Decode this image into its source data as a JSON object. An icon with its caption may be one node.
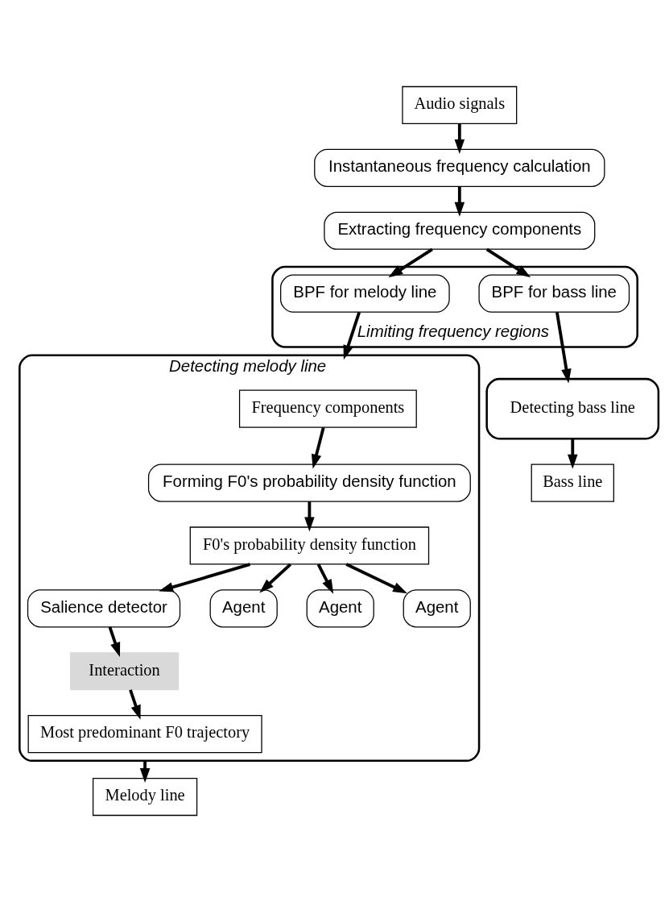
{
  "diagram": {
    "nodes": [
      {
        "text": [
          "Audio signals"
        ]
      },
      {
        "text": [
          "Instantaneous frequency calculation"
        ]
      },
      {
        "text": [
          "Extracting frequency components"
        ]
      },
      {
        "text": [
          "Limiting frequency regions"
        ]
      },
      {
        "text": [
          "BPF for melody line"
        ],
        "in": 3
      },
      {
        "text": [
          "BPF for bass line"
        ],
        "in": 3
      },
      {
        "text": [
          "Detecting bass line"
        ]
      },
      {
        "text": [
          "Detecting melody line"
        ]
      },
      {
        "text": [
          "Frequency components"
        ],
        "in": 7
      },
      {
        "text": [
          "Forming F0's probability density function"
        ],
        "in": 7
      },
      {
        "text": [
          "F0's probability density function"
        ],
        "in": 7
      },
      {
        "text": [
          "Salience detector"
        ],
        "in": 7
      },
      {
        "text": [
          "Agent"
        ],
        "in": 7
      },
      {
        "text": [
          "Agent"
        ],
        "in": 7
      },
      {
        "text": [
          "Agent"
        ],
        "in": 7
      },
      {
        "text": [
          "Interaction"
        ],
        "in": 7
      },
      {
        "text": [
          "Most predominant F0 trajectory"
        ],
        "in": 7
      },
      {
        "text": [
          "Melody line"
        ]
      },
      {
        "text": [
          "Bass line"
        ]
      }
    ],
    "edges": [
      {
        "from": 0,
        "to": 1,
        "arrow": "to"
      },
      {
        "from": 1,
        "to": 2,
        "arrow": "to"
      },
      {
        "from": 2,
        "to": 4,
        "arrow": "to"
      },
      {
        "from": 2,
        "to": 5,
        "arrow": "to"
      },
      {
        "from": 4,
        "to": 7,
        "arrow": "to"
      },
      {
        "from": 5,
        "to": 6,
        "arrow": "to"
      },
      {
        "from": 8,
        "to": 9,
        "arrow": "to"
      },
      {
        "from": 9,
        "to": 10,
        "arrow": "to"
      },
      {
        "from": 10,
        "to": 11,
        "arrow": "to"
      },
      {
        "from": 10,
        "to": 12,
        "arrow": "to"
      },
      {
        "from": 10,
        "to": 13,
        "arrow": "to"
      },
      {
        "from": 10,
        "to": 14,
        "arrow": "to"
      },
      {
        "from": 11,
        "to": 15,
        "arrow": "to"
      },
      {
        "from": 15,
        "to": 16,
        "arrow": "to"
      },
      {
        "from": 7,
        "to": 17,
        "arrow": "to"
      },
      {
        "from": 6,
        "to": 18,
        "arrow": "to"
      }
    ]
  }
}
